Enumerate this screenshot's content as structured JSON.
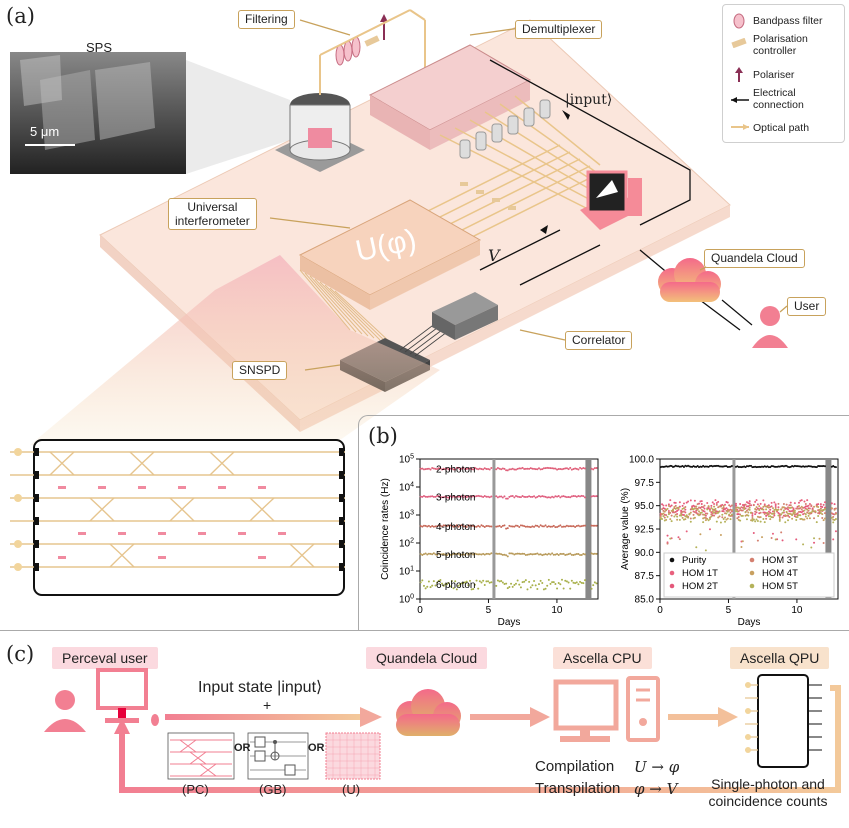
{
  "panel_a": {
    "letter": "(a)",
    "labels": {
      "sps": "SPS",
      "scale": "5 μm",
      "filtering": "Filtering",
      "demultiplexer": "Demultiplexer",
      "input_ket": "|input⟩",
      "universal_interferometer_line1": "Universal",
      "universal_interferometer_line2": "interferometer",
      "u_phi": "U(φ)",
      "v_vec": "V",
      "quandela_cloud": "Quandela Cloud",
      "user": "User",
      "correlator": "Correlator",
      "snspd": "SNSPD"
    },
    "legend": [
      {
        "icon": "bandpass-filter-icon",
        "label": "Bandpass filter"
      },
      {
        "icon": "polarisation-controller-icon",
        "label": "Polarisation controller"
      },
      {
        "icon": "polariser-icon",
        "label": "Polariser"
      },
      {
        "icon": "electrical-connection-icon",
        "label": "Electrical connection"
      },
      {
        "icon": "optical-path-icon",
        "label": "Optical path"
      }
    ]
  },
  "panel_b": {
    "letter": "(b)",
    "colors": {
      "c2": "#e0607a",
      "c3": "#e06080",
      "c4": "#c86a5a",
      "c5": "#b89a5a",
      "c6": "#a8b04a",
      "black": "#111111"
    }
  },
  "chart_data": [
    {
      "type": "scatter",
      "title": "",
      "xlabel": "Days",
      "ylabel": "Coincidence rates (Hz)",
      "yscale": "log",
      "xlim": [
        0,
        13
      ],
      "ylim": [
        1,
        100000
      ],
      "xticks": [
        "0",
        "5",
        "10"
      ],
      "yticks": [
        "10^0",
        "10^1",
        "10^2",
        "10^3",
        "10^4",
        "10^5"
      ],
      "series": [
        {
          "name": "2-photon",
          "value": 45000
        },
        {
          "name": "3-photon",
          "value": 4500
        },
        {
          "name": "4-photon",
          "value": 400
        },
        {
          "name": "5-photon",
          "value": 40
        },
        {
          "name": "6-photon",
          "value": 3.5
        }
      ],
      "grid": false
    },
    {
      "type": "scatter",
      "title": "",
      "xlabel": "Days",
      "ylabel": "Average value (%)",
      "xlim": [
        0,
        13
      ],
      "ylim": [
        85,
        100
      ],
      "xticks": [
        "0",
        "5",
        "10"
      ],
      "yticks": [
        "85.0",
        "87.5",
        "90.0",
        "92.5",
        "95.0",
        "97.5",
        "100.0"
      ],
      "series": [
        {
          "name": "Purity",
          "value": 99.2
        },
        {
          "name": "HOM 1T",
          "value": 94.8
        },
        {
          "name": "HOM 2T",
          "value": 94.6
        },
        {
          "name": "HOM 3T",
          "value": 94.4
        },
        {
          "name": "HOM 4T",
          "value": 94.2
        },
        {
          "name": "HOM 5T",
          "value": 94.0
        }
      ],
      "legend_position": "bottom",
      "grid": false
    }
  ],
  "panel_c": {
    "letter": "(c)",
    "perceval_user": "Perceval user",
    "quandela_cloud": "Quandela Cloud",
    "ascella_cpu": "Ascella CPU",
    "ascella_qpu": "Ascella QPU",
    "input_state": "Input state |input⟩",
    "plus": "+",
    "or1": "OR",
    "or2": "OR",
    "pc": "(PC)",
    "gb": "(GB)",
    "u": "(U)",
    "compilation": "Compilation",
    "compilation_math": "U → φ",
    "transpilation": "Transpilation",
    "transpilation_math": "φ → V",
    "counts_line1": "Single-photon and",
    "counts_line2": "coincidence counts"
  }
}
